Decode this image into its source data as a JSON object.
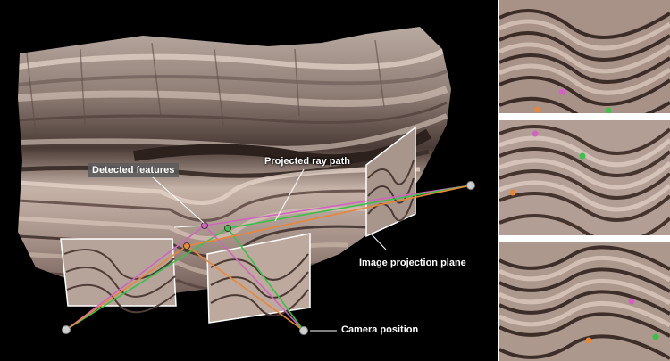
{
  "labels": {
    "detected_features": "Detected features",
    "projected_ray_path": "Projected ray path",
    "image_projection_plane": "Image projection plane",
    "camera_position": "Camera position"
  },
  "colors": {
    "background": "#000000",
    "ray_green": "#3fbf4a",
    "ray_pink": "#d064c0",
    "ray_orange": "#e8873a",
    "marker_grey": "#cfcfcf"
  },
  "thumbnails": [
    {
      "name": "thumbnail-1",
      "markers": [
        "orange",
        "pink",
        "green"
      ]
    },
    {
      "name": "thumbnail-2",
      "markers": [
        "pink",
        "green",
        "orange"
      ]
    },
    {
      "name": "thumbnail-3",
      "markers": [
        "pink",
        "orange",
        "green"
      ]
    }
  ]
}
